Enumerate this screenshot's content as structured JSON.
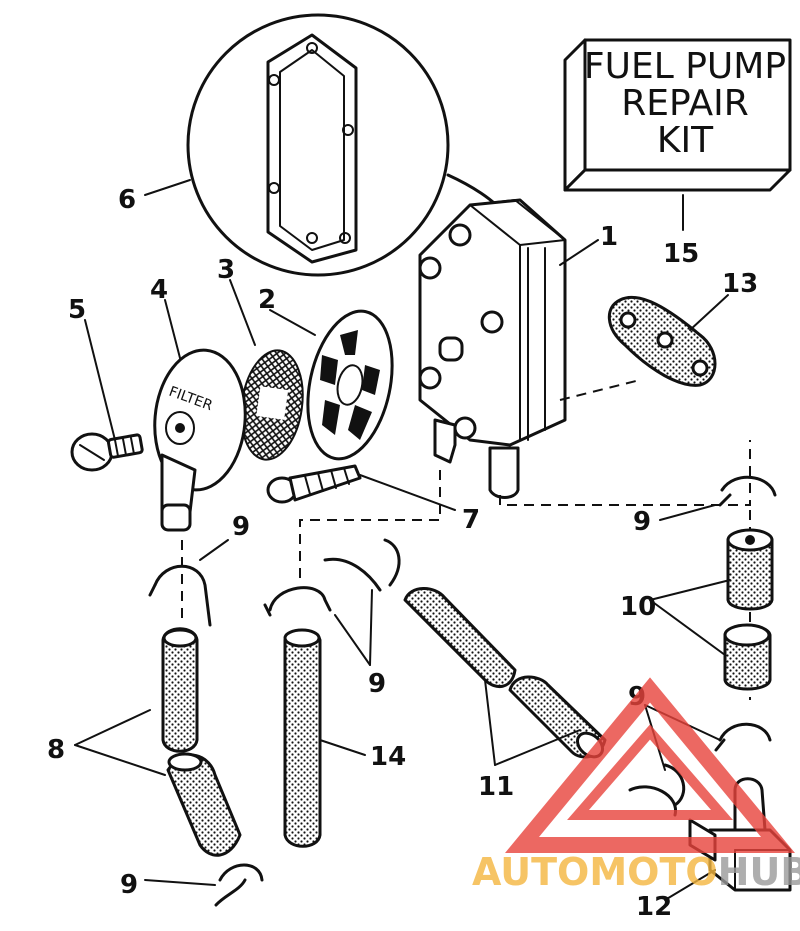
{
  "kit_label": {
    "lines": [
      "FUEL PUMP",
      "REPAIR",
      "KIT"
    ]
  },
  "callouts": {
    "c1": "1",
    "c2": "2",
    "c3": "3",
    "c4": "4",
    "c5": "5",
    "c6": "6",
    "c7": "7",
    "c8": "8",
    "c9a": "9",
    "c9b": "9",
    "c9c": "9",
    "c9d": "9",
    "c9e": "9",
    "c10": "10",
    "c11": "11",
    "c12": "12",
    "c13": "13",
    "c14": "14",
    "c15": "15"
  },
  "filter_cover_text": "FILTER",
  "watermark": {
    "text_part1": "AUTOMOTO",
    "text_part2": "HUB",
    "colors": {
      "triangle": "#e8433c",
      "text_main": "#f5b63f",
      "text_hub": "#9a9a9a"
    }
  }
}
